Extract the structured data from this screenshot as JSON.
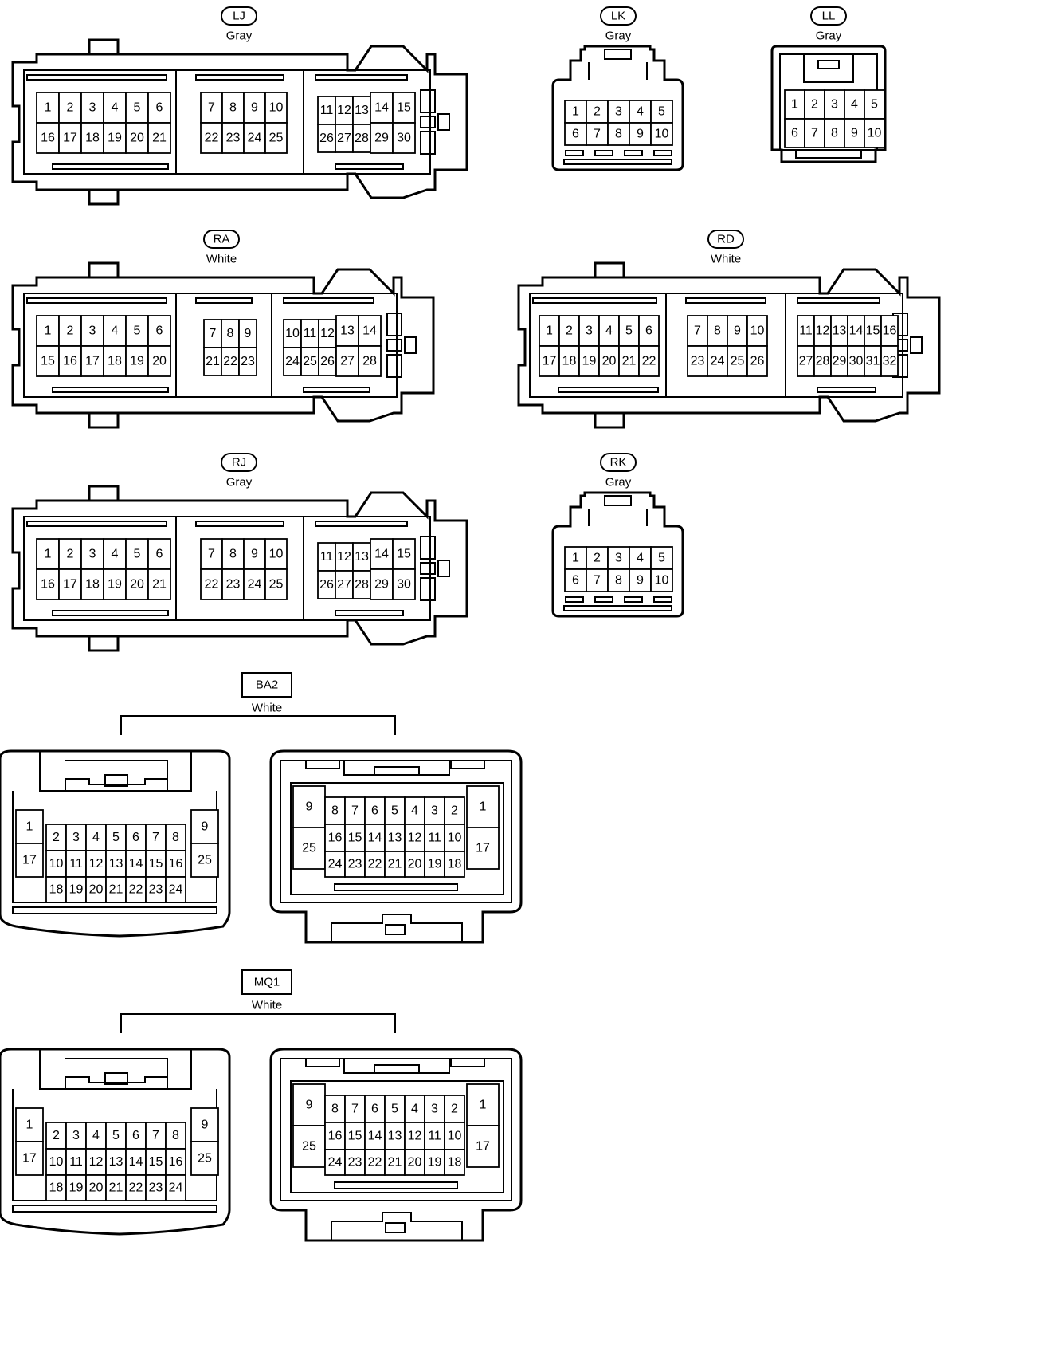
{
  "connectors": [
    {
      "id": "LJ",
      "color": "Gray",
      "label_style": "oval",
      "pins": [
        [
          "1",
          "2",
          "3",
          "4",
          "5",
          "6"
        ],
        [
          "16",
          "17",
          "18",
          "19",
          "20",
          "21"
        ],
        [
          "7",
          "8",
          "9",
          "10"
        ],
        [
          "22",
          "23",
          "24",
          "25"
        ],
        [
          "11",
          "12",
          "13",
          "14",
          "15"
        ],
        [
          "26",
          "27",
          "28",
          "29",
          "30"
        ]
      ]
    },
    {
      "id": "LK",
      "color": "Gray",
      "label_style": "oval",
      "pins": [
        [
          "1",
          "2",
          "3",
          "4",
          "5"
        ],
        [
          "6",
          "7",
          "8",
          "9",
          "10"
        ]
      ]
    },
    {
      "id": "LL",
      "color": "Gray",
      "label_style": "oval",
      "pins": [
        [
          "1",
          "2",
          "3",
          "4",
          "5"
        ],
        [
          "6",
          "7",
          "8",
          "9",
          "10"
        ]
      ]
    },
    {
      "id": "RA",
      "color": "White",
      "label_style": "oval",
      "pins": [
        [
          "1",
          "2",
          "3",
          "4",
          "5",
          "6"
        ],
        [
          "15",
          "16",
          "17",
          "18",
          "19",
          "20"
        ],
        [
          "7",
          "8",
          "9"
        ],
        [
          "21",
          "22",
          "23"
        ],
        [
          "10",
          "11",
          "12",
          "13",
          "14"
        ],
        [
          "24",
          "25",
          "26",
          "27",
          "28"
        ]
      ]
    },
    {
      "id": "RD",
      "color": "White",
      "label_style": "oval",
      "pins": [
        [
          "1",
          "2",
          "3",
          "4",
          "5",
          "6"
        ],
        [
          "17",
          "18",
          "19",
          "20",
          "21",
          "22"
        ],
        [
          "7",
          "8",
          "9",
          "10"
        ],
        [
          "23",
          "24",
          "25",
          "26"
        ],
        [
          "11",
          "12",
          "13",
          "14",
          "15",
          "16"
        ],
        [
          "27",
          "28",
          "29",
          "30",
          "31",
          "32"
        ]
      ]
    },
    {
      "id": "RJ",
      "color": "Gray",
      "label_style": "oval",
      "pins": [
        [
          "1",
          "2",
          "3",
          "4",
          "5",
          "6"
        ],
        [
          "16",
          "17",
          "18",
          "19",
          "20",
          "21"
        ],
        [
          "7",
          "8",
          "9",
          "10"
        ],
        [
          "22",
          "23",
          "24",
          "25"
        ],
        [
          "11",
          "12",
          "13",
          "14",
          "15"
        ],
        [
          "26",
          "27",
          "28",
          "29",
          "30"
        ]
      ]
    },
    {
      "id": "RK",
      "color": "Gray",
      "label_style": "oval",
      "pins": [
        [
          "1",
          "2",
          "3",
          "4",
          "5"
        ],
        [
          "6",
          "7",
          "8",
          "9",
          "10"
        ]
      ]
    },
    {
      "id": "BA2",
      "color": "White",
      "label_style": "box",
      "pins": [
        [
          "1",
          "17"
        ],
        [
          "2",
          "3",
          "4",
          "5",
          "6",
          "7",
          "8"
        ],
        [
          "10",
          "11",
          "12",
          "13",
          "14",
          "15",
          "16"
        ],
        [
          "18",
          "19",
          "20",
          "21",
          "22",
          "23",
          "24"
        ],
        [
          "9",
          "25"
        ],
        [
          "9",
          "25"
        ],
        [
          "8",
          "7",
          "6",
          "5",
          "4",
          "3",
          "2"
        ],
        [
          "16",
          "15",
          "14",
          "13",
          "12",
          "11",
          "10"
        ],
        [
          "24",
          "23",
          "22",
          "21",
          "20",
          "19",
          "18"
        ],
        [
          "1",
          "17"
        ]
      ]
    },
    {
      "id": "MQ1",
      "color": "White",
      "label_style": "box",
      "pins": [
        [
          "1",
          "17"
        ],
        [
          "2",
          "3",
          "4",
          "5",
          "6",
          "7",
          "8"
        ],
        [
          "10",
          "11",
          "12",
          "13",
          "14",
          "15",
          "16"
        ],
        [
          "18",
          "19",
          "20",
          "21",
          "22",
          "23",
          "24"
        ],
        [
          "9",
          "25"
        ],
        [
          "9",
          "25"
        ],
        [
          "8",
          "7",
          "6",
          "5",
          "4",
          "3",
          "2"
        ],
        [
          "16",
          "15",
          "14",
          "13",
          "12",
          "11",
          "10"
        ],
        [
          "24",
          "23",
          "22",
          "21",
          "20",
          "19",
          "18"
        ],
        [
          "1",
          "17"
        ]
      ]
    }
  ]
}
